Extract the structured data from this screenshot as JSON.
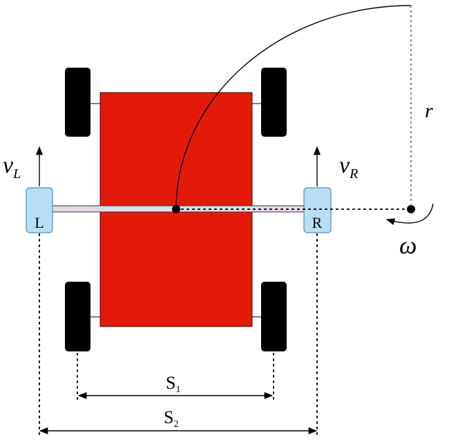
{
  "labels": {
    "v_left_main": "v",
    "v_left_sub": "L",
    "v_right_main": "v",
    "v_right_sub": "R",
    "radius": "r",
    "omega": "ω",
    "wheel_left": "L",
    "wheel_right": "R",
    "s1_main": "S",
    "s1_sub": "1",
    "s2_main": "S",
    "s2_sub": "2"
  },
  "colors": {
    "chassis": "#e31a0a",
    "wheel": "#000000",
    "drive_wheel_fill": "#b7dff2",
    "drive_wheel_stroke": "#4a90b8",
    "axle": "#e3d8e6"
  }
}
